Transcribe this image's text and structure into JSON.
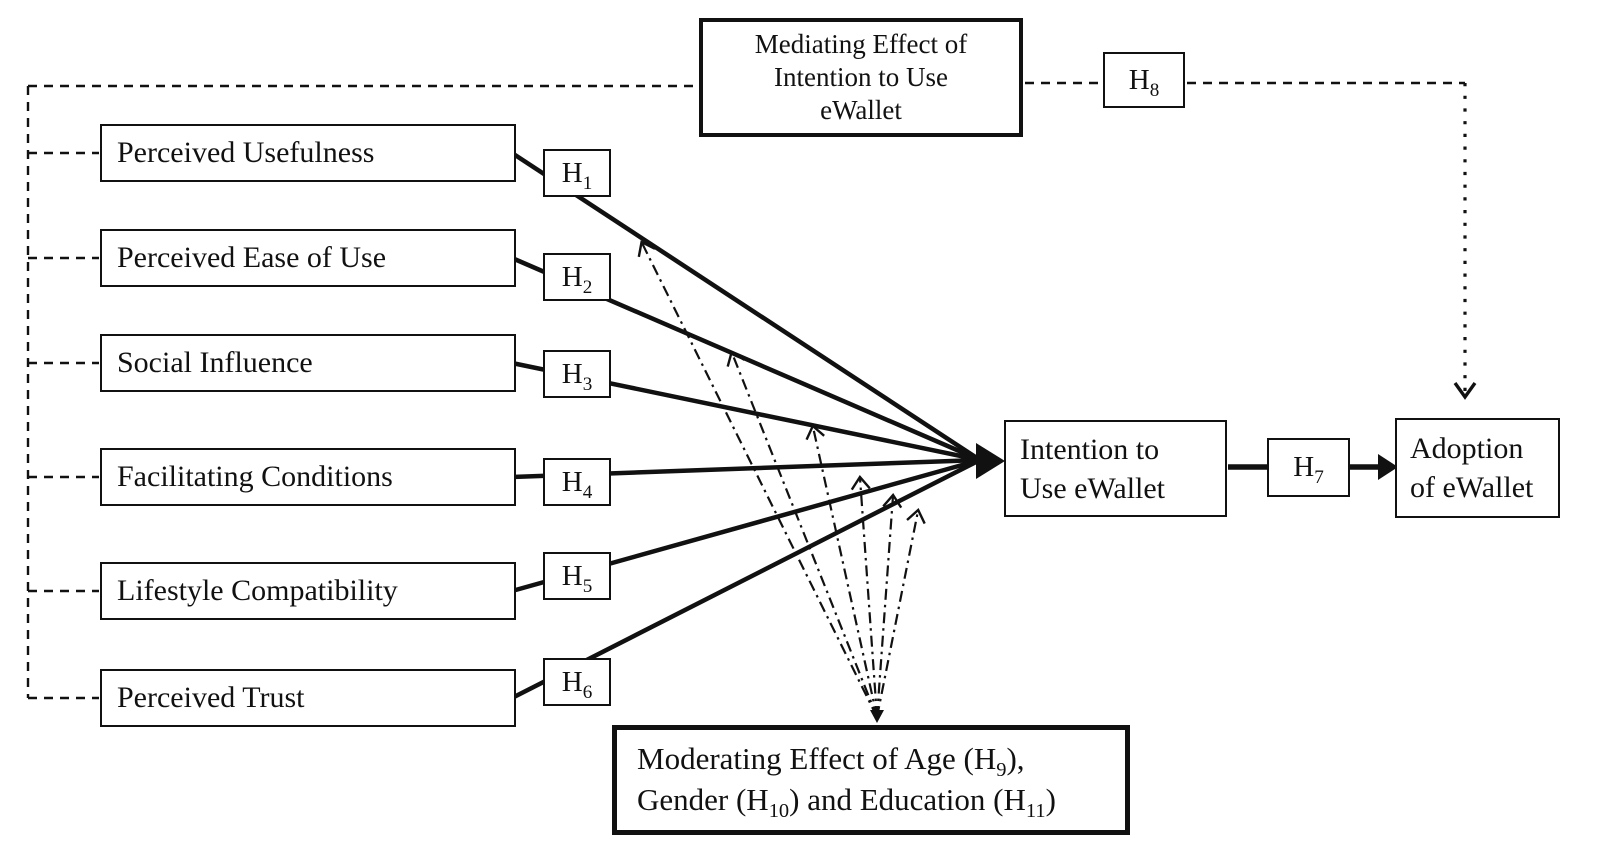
{
  "page": {
    "background": "#ffffff",
    "line_color": "#111111",
    "box_border_color": "#111111"
  },
  "constructs": [
    {
      "label": "Perceived Usefulness",
      "hyp_base": "H",
      "hyp_sub": "1"
    },
    {
      "label": "Perceived Ease of Use",
      "hyp_base": "H",
      "hyp_sub": "2"
    },
    {
      "label": "Social Influence",
      "hyp_base": "H",
      "hyp_sub": "3"
    },
    {
      "label": "Facilitating Conditions",
      "hyp_base": "H",
      "hyp_sub": "4"
    },
    {
      "label": "Lifestyle Compatibility",
      "hyp_base": "H",
      "hyp_sub": "5"
    },
    {
      "label": "Perceived Trust",
      "hyp_base": "H",
      "hyp_sub": "6"
    }
  ],
  "mediator": {
    "line1": "Mediating Effect of",
    "line2": "Intention to Use",
    "line3": "eWallet",
    "hyp_base": "H",
    "hyp_sub": "8"
  },
  "intention": {
    "line1": "Intention to",
    "line2": "Use eWallet"
  },
  "h7": {
    "base": "H",
    "sub": "7"
  },
  "adoption": {
    "line1": "Adoption",
    "line2": "of eWallet"
  },
  "moderator": {
    "l1_a": "Moderating Effect of Age (H",
    "l1_sub": "9",
    "l1_b": "),",
    "l2_a": "Gender (H",
    "l2_sub": "10",
    "l2_b": ") and Education (H",
    "l2_sub2": "11",
    "l2_c": ")"
  }
}
